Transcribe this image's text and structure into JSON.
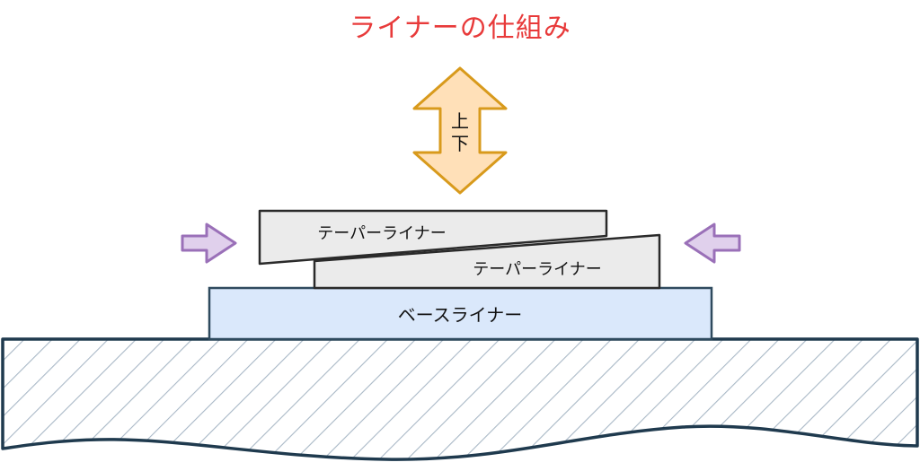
{
  "title": "ライナーの仕組み",
  "arrow_label_top": "上",
  "arrow_label_bottom": "下",
  "taper_liner_top": "テーパーライナー",
  "taper_liner_bottom": "テーパーライナー",
  "base_liner": "ベースライナー",
  "colors": {
    "title": "#e83a3a",
    "updown_fill": "#ffe0b8",
    "updown_stroke": "#d89a1c",
    "side_arrow_fill": "#e0d0ec",
    "side_arrow_stroke": "#9a70b8",
    "taper_fill": "#ebebeb",
    "taper_stroke": "#2a2a2a",
    "base_fill": "#dae8fb",
    "base_stroke": "#2f4a5e",
    "ground_stroke": "#1f3a4e",
    "hatch": "#a9b8c6"
  }
}
